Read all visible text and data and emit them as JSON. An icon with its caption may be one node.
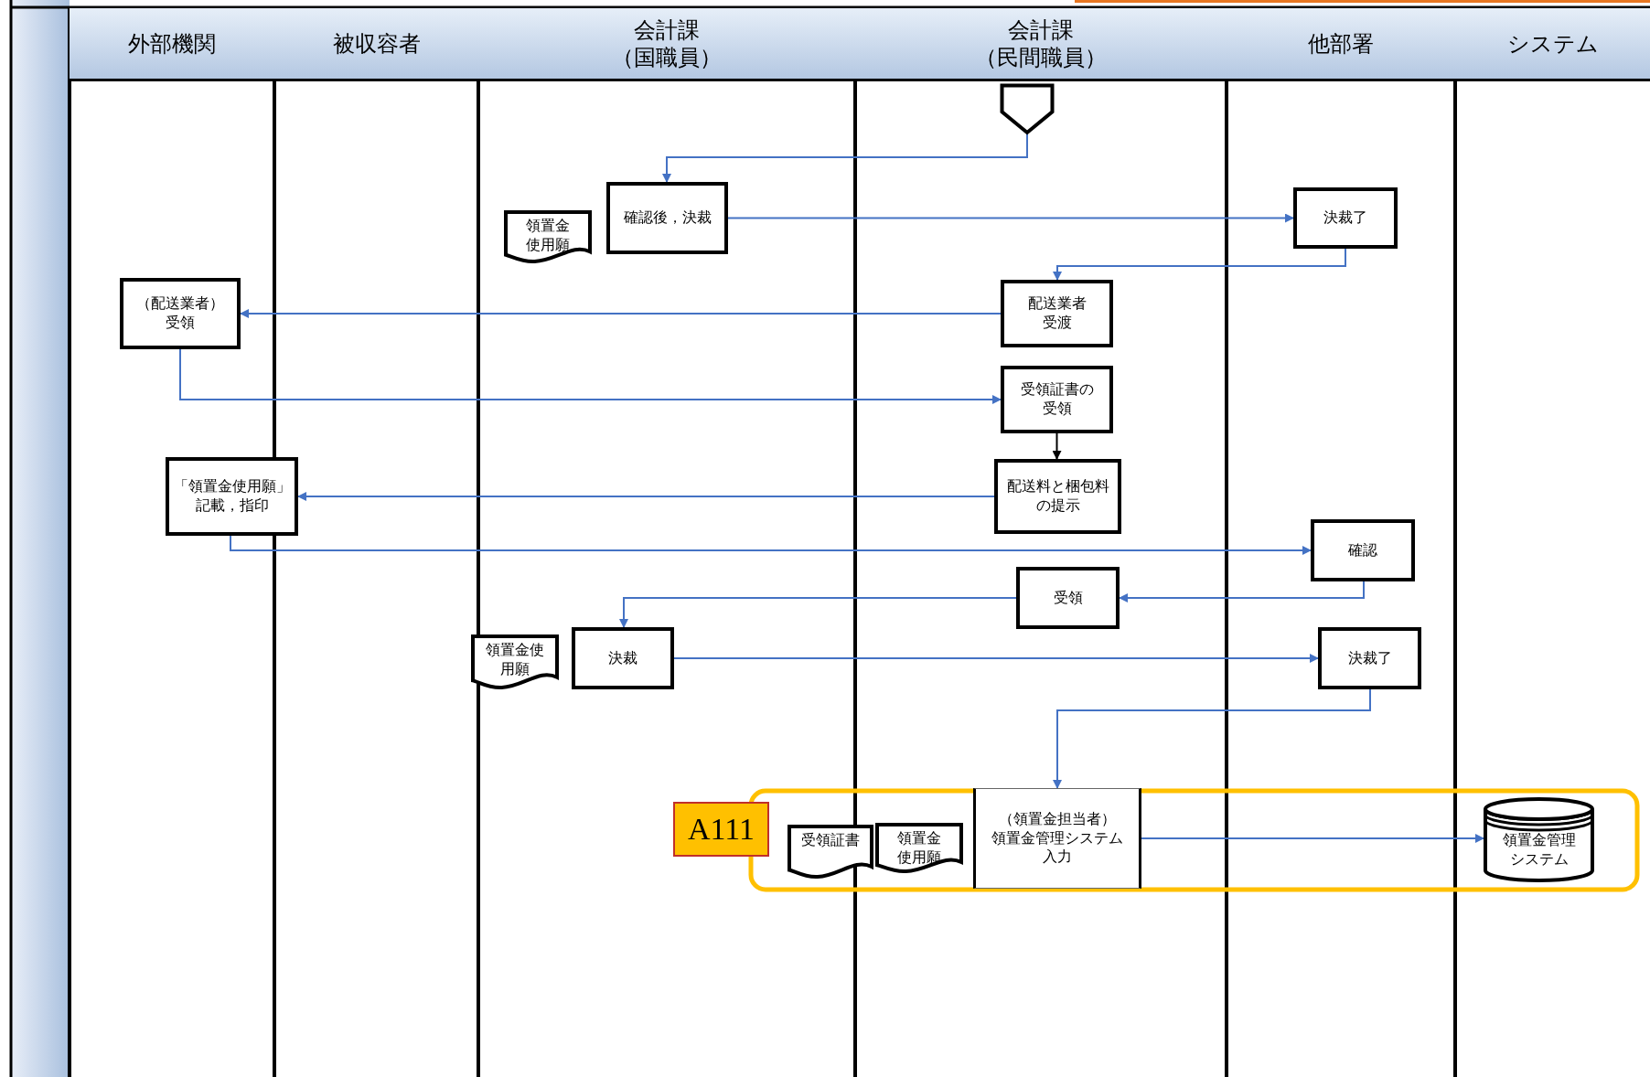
{
  "diagram": {
    "nodes": [
      {
        "text": [
          "外部機関"
        ]
      },
      {
        "text": [
          "被収容者"
        ]
      },
      {
        "text": [
          "会計課（国職員）"
        ]
      },
      {
        "text": [
          "会計課（民間職員）"
        ]
      },
      {
        "text": [
          "他部署"
        ]
      },
      {
        "text": [
          "システム"
        ]
      },
      {
        "text": [],
        "shape": "pentagon"
      },
      {
        "text": [
          "領置金使用願"
        ]
      },
      {
        "text": [
          "確認後，決裁"
        ]
      },
      {
        "text": [
          "決裁了"
        ]
      },
      {
        "text": [
          "配送業者受渡"
        ]
      },
      {
        "text": [
          "（配送業者）受領"
        ]
      },
      {
        "text": [
          "受領証書の受領"
        ]
      },
      {
        "text": [
          "配送料と梱包料の提示"
        ]
      },
      {
        "text": [
          "「領置金使用願」記載，指印"
        ]
      },
      {
        "text": [
          "確認"
        ]
      },
      {
        "text": [
          "受領"
        ]
      },
      {
        "text": [
          "領置金使用願"
        ]
      },
      {
        "text": [
          "決裁"
        ]
      },
      {
        "text": [
          "決裁了"
        ]
      },
      {
        "text": [
          "A111"
        ]
      },
      {
        "text": [
          "受領証書"
        ]
      },
      {
        "text": [
          "領置金使用願"
        ]
      },
      {
        "text": [
          "（領置金担当者）領置金管理システム入力"
        ]
      },
      {
        "text": [
          "領置金管理システム"
        ]
      }
    ],
    "edges": [
      {
        "from": 6,
        "to": 8,
        "arrow": "to"
      },
      {
        "from": 8,
        "to": 9,
        "arrow": "to"
      },
      {
        "from": 9,
        "to": 10,
        "arrow": "to"
      },
      {
        "from": 10,
        "to": 11,
        "arrow": "to"
      },
      {
        "from": 11,
        "to": 12,
        "arrow": "to"
      },
      {
        "from": 12,
        "to": 13,
        "arrow": "to",
        "color": "#000000"
      },
      {
        "from": 13,
        "to": 14,
        "arrow": "to"
      },
      {
        "from": 14,
        "to": 15,
        "arrow": "to"
      },
      {
        "from": 15,
        "to": 16,
        "arrow": "to"
      },
      {
        "from": 16,
        "to": 18,
        "arrow": "to"
      },
      {
        "from": 18,
        "to": 19,
        "arrow": "to"
      },
      {
        "from": 19,
        "to": 23,
        "arrow": "to"
      },
      {
        "from": 23,
        "to": 24,
        "arrow": "to"
      }
    ]
  }
}
